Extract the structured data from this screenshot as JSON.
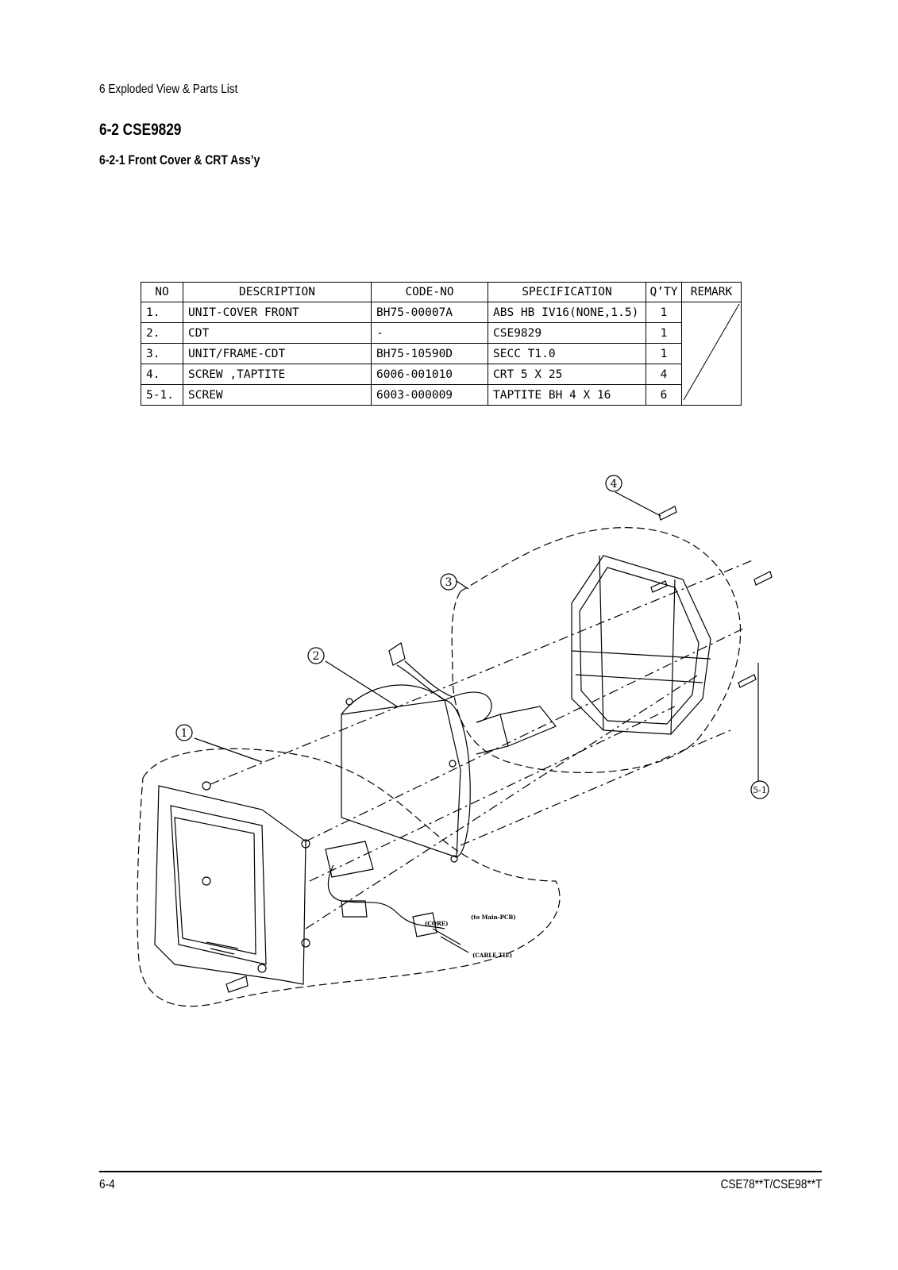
{
  "header": {
    "chapter": "6 Exploded View & Parts List",
    "section": "6-2 CSE9829",
    "subsection": "6-2-1 Front Cover & CRT Ass’y"
  },
  "parts_table": {
    "columns": [
      "NO",
      "DESCRIPTION",
      "CODE-NO",
      "SPECIFICATION",
      "Q’TY",
      "REMARK"
    ],
    "rows": [
      {
        "no": "1.",
        "description": "UNIT-COVER FRONT",
        "code": "BH75-00007A",
        "spec": "ABS HB IV16(NONE,1.5)",
        "qty": "1"
      },
      {
        "no": "2.",
        "description": "CDT",
        "code": "-",
        "spec": "CSE9829",
        "qty": "1"
      },
      {
        "no": "3.",
        "description": "UNIT/FRAME-CDT",
        "code": "BH75-10590D",
        "spec": "SECC T1.0",
        "qty": "1"
      },
      {
        "no": "4.",
        "description": "SCREW ,TAPTITE",
        "code": "6006-001010",
        "spec": "CRT 5 X 25",
        "qty": "4"
      },
      {
        "no": "5-1.",
        "description": "SCREW",
        "code": "6003-000009",
        "spec": "TAPTITE BH 4 X 16",
        "qty": "6"
      }
    ]
  },
  "drawing": {
    "callouts": [
      "1",
      "2",
      "3",
      "4",
      "5-1"
    ],
    "annotations": [
      "(to Main-PCB)",
      "(CORE)",
      "(CABLE TIE)"
    ]
  },
  "footer": {
    "page": "6-4",
    "model": "CSE78**T/CSE98**T"
  }
}
